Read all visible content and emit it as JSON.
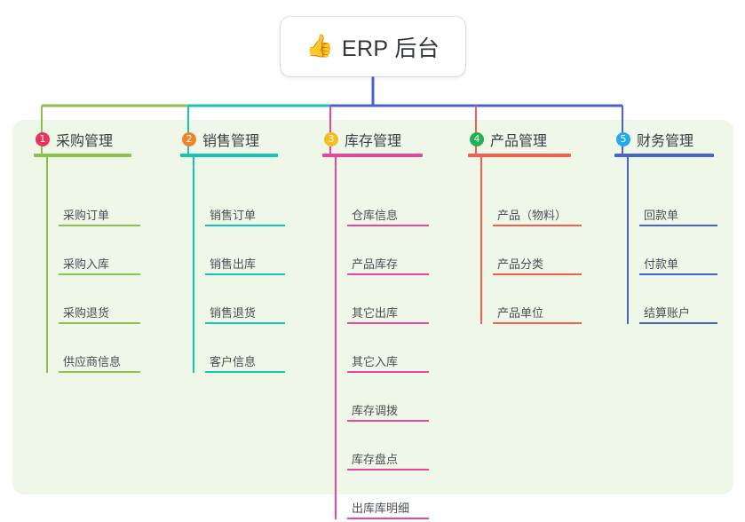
{
  "root": {
    "icon": "thumbs-up-icon",
    "icon_glyph": "👍",
    "title": "ERP 后台"
  },
  "theme": {
    "page_bg": "#ffffff",
    "panel_bg": "#eef7e8",
    "card_bg": "#ffffff",
    "title_color": "#32363c",
    "item_color": "#4a4f56"
  },
  "columns": [
    {
      "number": "1",
      "title": "采购管理",
      "badge_color": "#e8345c",
      "accent": "#8cc152",
      "items": [
        {
          "label": "采购订单"
        },
        {
          "label": "采购入库"
        },
        {
          "label": "采购退货"
        },
        {
          "label": "供应商信息"
        }
      ]
    },
    {
      "number": "2",
      "title": "销售管理",
      "badge_color": "#f0842a",
      "accent": "#17c3b2",
      "items": [
        {
          "label": "销售订单"
        },
        {
          "label": "销售出库"
        },
        {
          "label": "销售退货"
        },
        {
          "label": "客户信息"
        }
      ]
    },
    {
      "number": "3",
      "title": "库存管理",
      "badge_color": "#f5bd1f",
      "accent": "#e8469b",
      "items": [
        {
          "label": "仓库信息"
        },
        {
          "label": "产品库存"
        },
        {
          "label": "其它出库"
        },
        {
          "label": "其它入库"
        },
        {
          "label": "库存调拨"
        },
        {
          "label": "库存盘点"
        },
        {
          "label": "出库库明细"
        }
      ]
    },
    {
      "number": "4",
      "title": "产品管理",
      "badge_color": "#1fb254",
      "accent": "#f4604f",
      "items": [
        {
          "label": "产品（物料）"
        },
        {
          "label": "产品分类"
        },
        {
          "label": "产品单位"
        }
      ]
    },
    {
      "number": "5",
      "title": "财务管理",
      "badge_color": "#22aaee",
      "accent": "#4a62cc",
      "items": [
        {
          "label": "回款单"
        },
        {
          "label": "付款单"
        },
        {
          "label": "结算账户"
        }
      ]
    }
  ],
  "connectors": {
    "trunk_color": "#4a62cc",
    "bus_segments": [
      {
        "color": "#8cc152"
      },
      {
        "color": "#17c3b2"
      },
      {
        "color": "#4a62cc"
      },
      {
        "color": "#4a62cc"
      }
    ]
  }
}
